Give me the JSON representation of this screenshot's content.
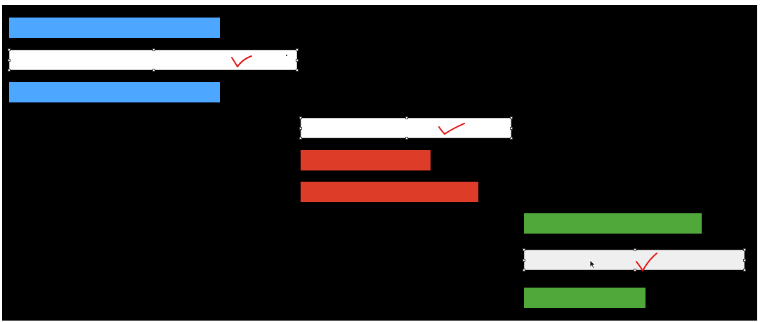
{
  "colors": {
    "background": "#000000",
    "blue": "#4da6ff",
    "red": "#dc3c28",
    "green": "#50a83a",
    "selected_fill": "#ffffff",
    "selected_fill_gray": "#efefef",
    "check_mark": "#e01010"
  },
  "groups": [
    {
      "name": "blue",
      "bars": [
        {
          "color": "blue",
          "selected": false
        },
        {
          "color": "selected",
          "selected": true,
          "checked": true
        },
        {
          "color": "blue",
          "selected": false
        }
      ]
    },
    {
      "name": "red",
      "bars": [
        {
          "color": "selected",
          "selected": true,
          "checked": true
        },
        {
          "color": "red",
          "selected": false
        },
        {
          "color": "red",
          "selected": false
        }
      ]
    },
    {
      "name": "green",
      "bars": [
        {
          "color": "green",
          "selected": false
        },
        {
          "color": "selected-gray",
          "selected": true,
          "checked": true
        },
        {
          "color": "green",
          "selected": false
        }
      ]
    }
  ],
  "icons": {
    "check": "check-mark-icon",
    "cursor": "mouse-pointer-icon"
  }
}
